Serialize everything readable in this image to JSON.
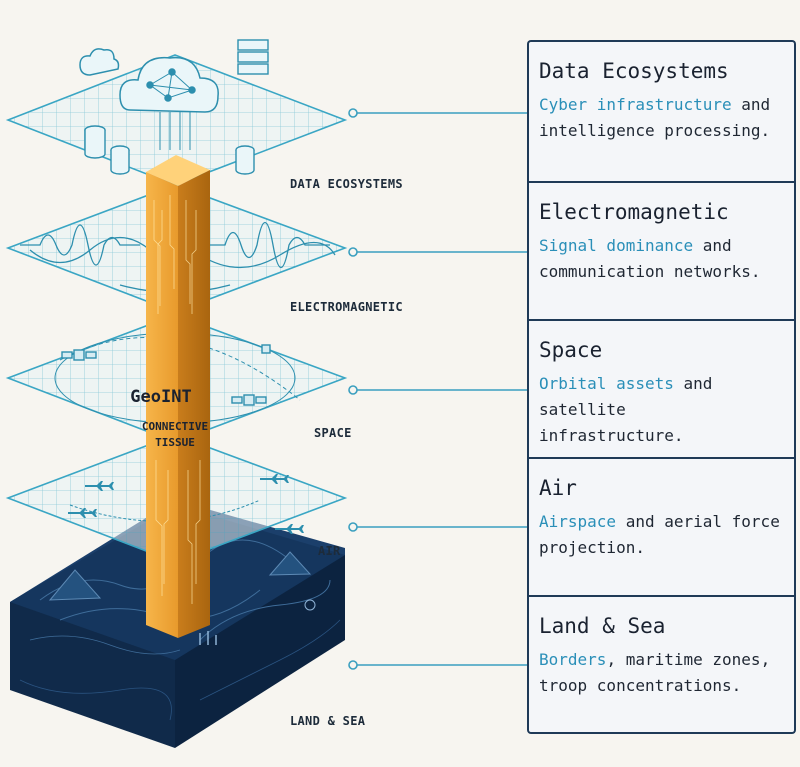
{
  "pillar": {
    "title": "GeoINT",
    "subtitle_line1": "CONNECTIVE",
    "subtitle_line2": "TISSUE"
  },
  "layers": [
    {
      "label": "DATA ECOSYSTEMS",
      "card_title": "Data Ecosystems",
      "highlight": "Cyber infrastructure",
      "rest_line1": " and",
      "line2": "intelligence processing."
    },
    {
      "label": "ELECTROMAGNETIC",
      "card_title": "Electromagnetic",
      "highlight": "Signal dominance",
      "rest_line1": " and",
      "line2": "communication networks."
    },
    {
      "label": "SPACE",
      "card_title": "Space",
      "highlight": "Orbital assets",
      "rest_line1": " and satellite",
      "line2": "infrastructure."
    },
    {
      "label": "AIR",
      "card_title": "Air",
      "highlight": "Airspace",
      "rest_line1": " and aerial force",
      "line2": "projection."
    },
    {
      "label": "LAND & SEA",
      "card_title": "Land & Sea",
      "highlight": "Borders",
      "rest_line1": ", maritime zones,",
      "line2": "troop concentrations."
    }
  ],
  "colors": {
    "grid_line": "#3aa6c4",
    "land_dark": "#14345c",
    "pillar_gold": "#f0a73a",
    "connector": "#3a9fbf",
    "card_border": "#1f3a57",
    "highlight_text": "#2a8fb8"
  },
  "icons": [
    "cloud-network-icon",
    "server-rack-icon",
    "database-icon",
    "waveform-icon",
    "satellite-icon",
    "airplane-icon",
    "terrain-icon"
  ]
}
